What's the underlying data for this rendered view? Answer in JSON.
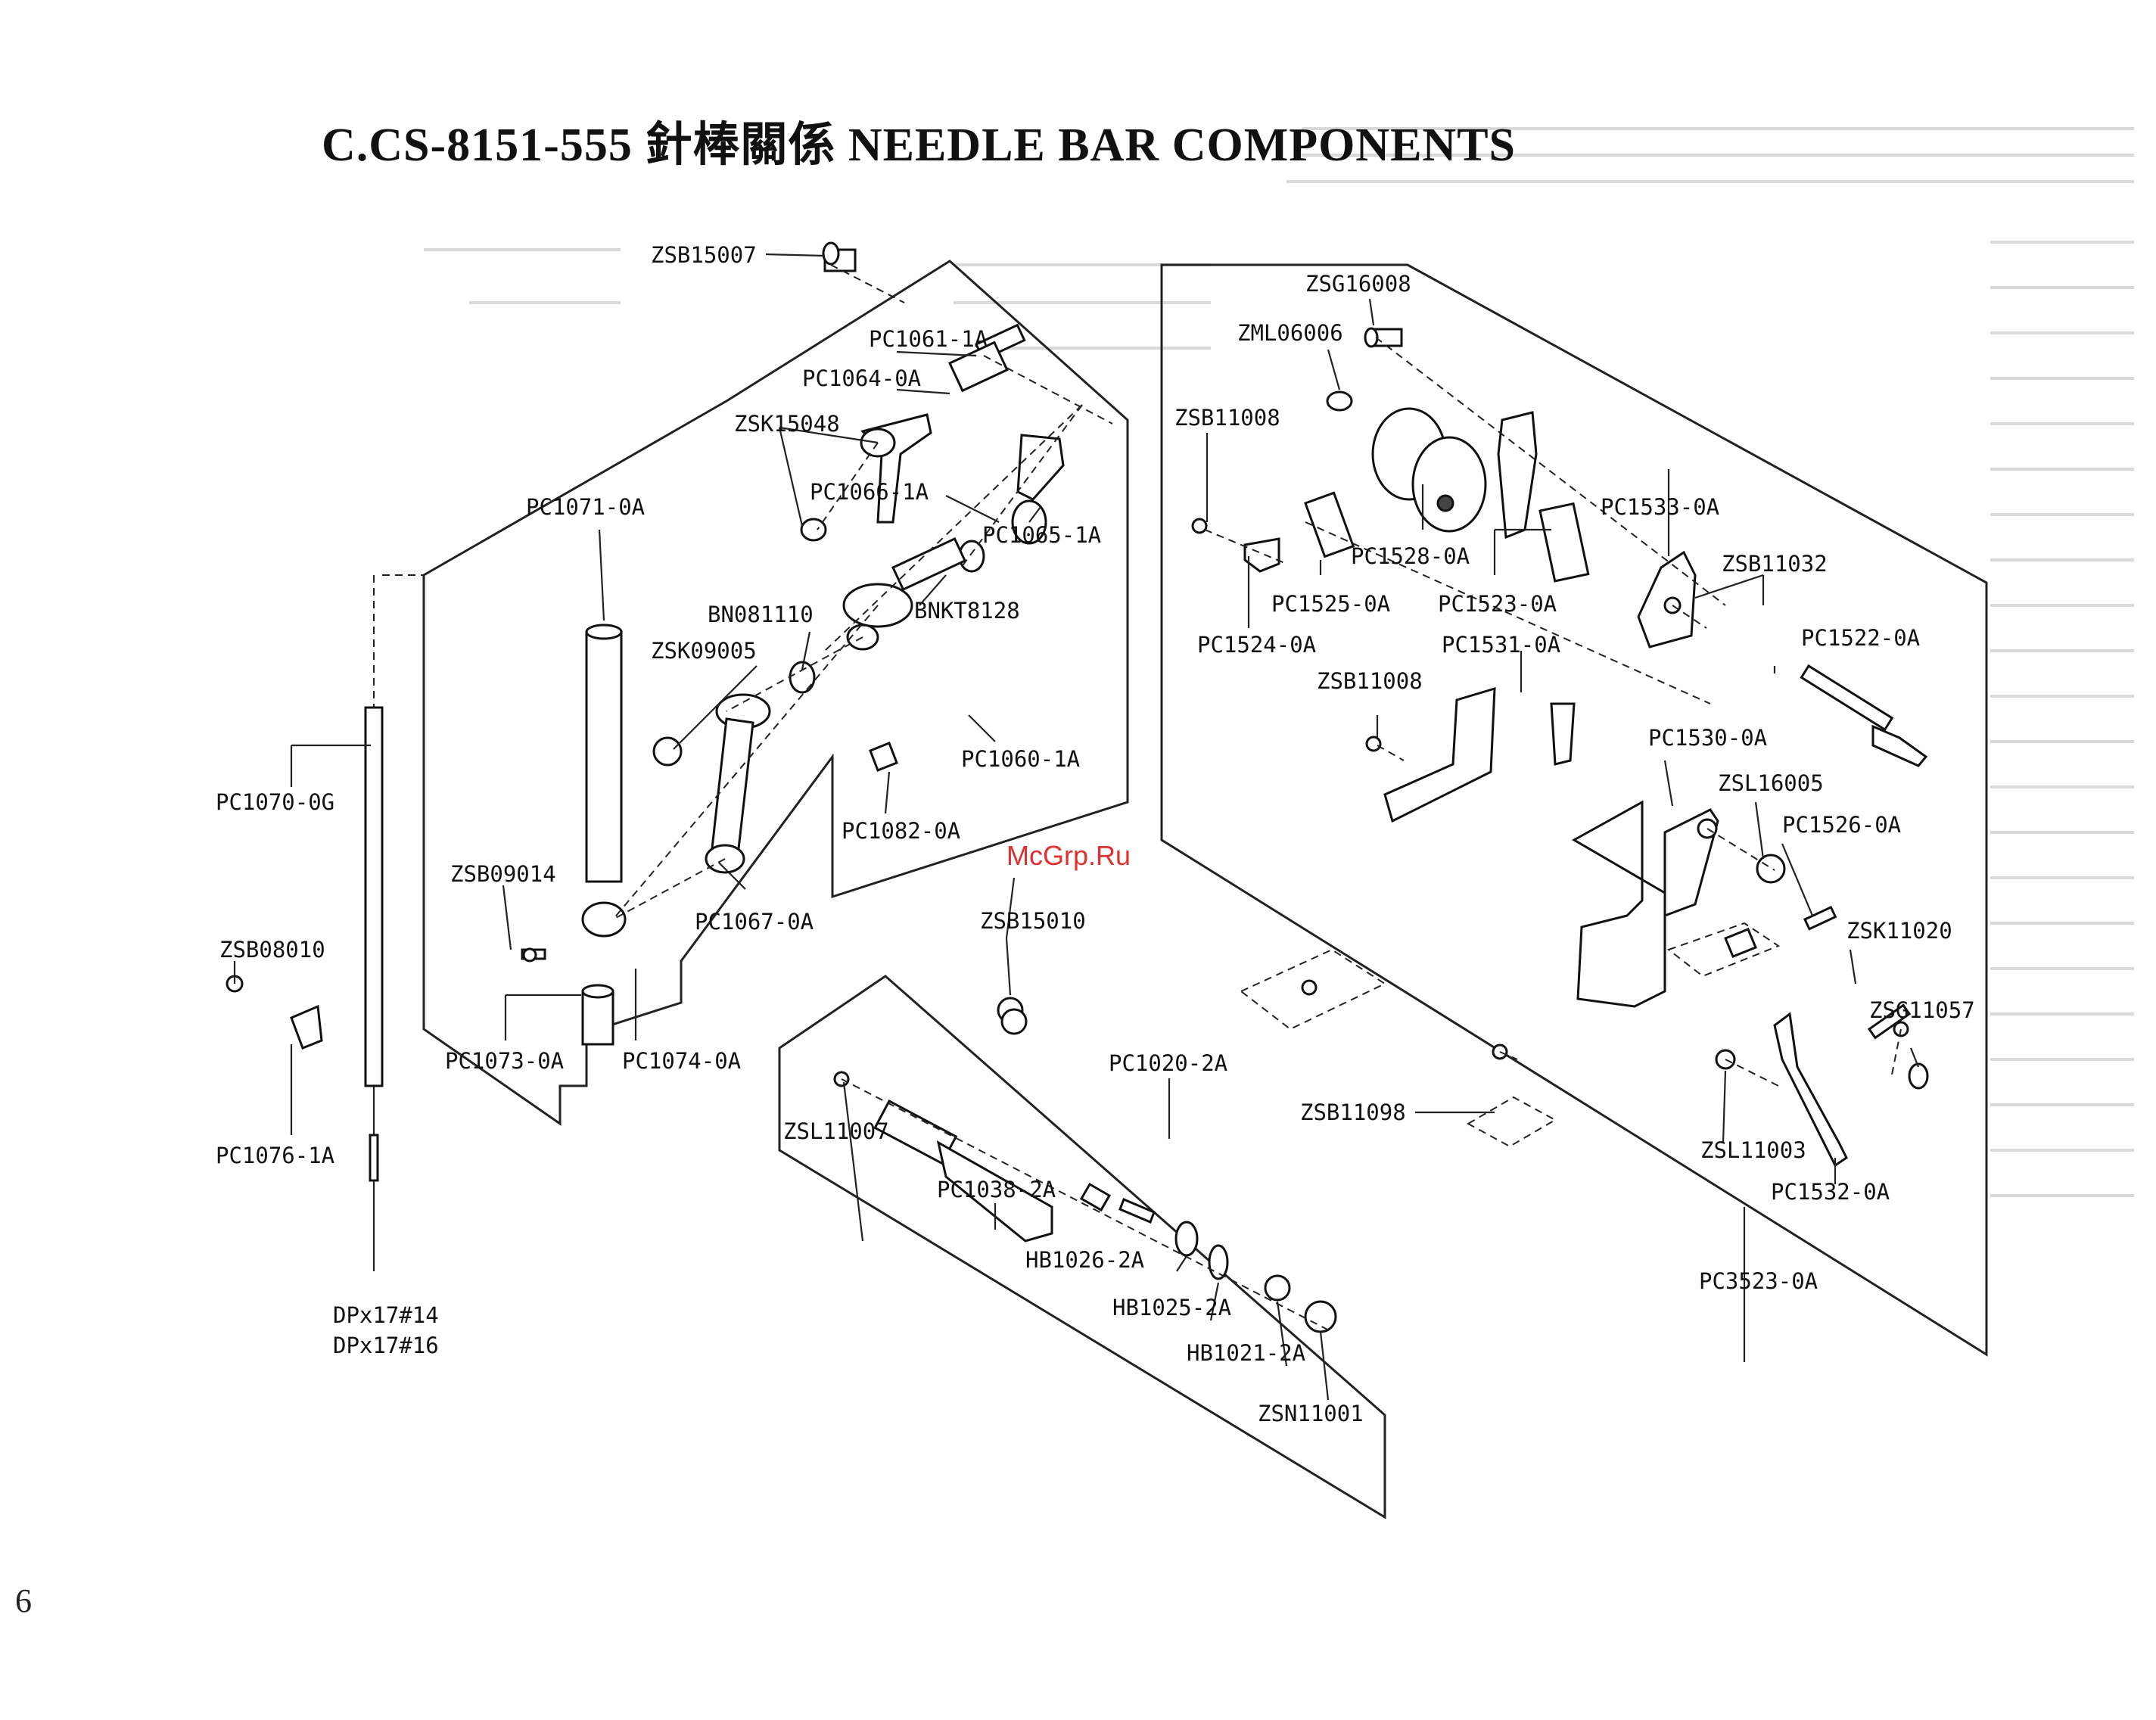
{
  "title": "C.CS-8151-555 針棒關係 NEEDLE BAR COMPONENTS",
  "page_number": "6",
  "watermark": "McGrp.Ru",
  "parts": {
    "zsb15007": "ZSB15007",
    "pc1061_1a": "PC1061-1A",
    "pc1064_0a": "PC1064-0A",
    "zsk15048": "ZSK15048",
    "pc1071_0a": "PC1071-0A",
    "pc1066_1a": "PC1066-1A",
    "pc1065_1a": "PC1065-1A",
    "bn081110": "BN081110",
    "bnkt8128": "BNKT8128",
    "zsk09005": "ZSK09005",
    "pc1060_1a": "PC1060-1A",
    "pc1070_0g": "PC1070-0G",
    "pc1082_0a": "PC1082-0A",
    "zsb09014": "ZSB09014",
    "pc1067_0a": "PC1067-0A",
    "zsb08010": "ZSB08010",
    "zsb15010": "ZSB15010",
    "pc1073_0a": "PC1073-0A",
    "pc1074_0a": "PC1074-0A",
    "pc1076_1a": "PC1076-1A",
    "pc1020_2a": "PC1020-2A",
    "zsl11007": "ZSL11007",
    "pc1038_2a": "PC1038-2A",
    "hb1026_2a": "HB1026-2A",
    "hb1025_2a": "HB1025-2A",
    "hb1021_2a": "HB1021-2A",
    "zsn11001": "ZSN11001",
    "dp14": "DPx17#14",
    "dp16": "DPx17#16",
    "zsg16008": "ZSG16008",
    "zml06006": "ZML06006",
    "zsb11008_a": "ZSB11008",
    "pc1528_0a": "PC1528-0A",
    "pc1533_0a": "PC1533-0A",
    "zsb11032": "ZSB11032",
    "pc1525_0a": "PC1525-0A",
    "pc1523_0a": "PC1523-0A",
    "pc1524_0a": "PC1524-0A",
    "pc1531_0a": "PC1531-0A",
    "pc1522_0a": "PC1522-0A",
    "zsb11008_b": "ZSB11008",
    "pc1530_0a": "PC1530-0A",
    "zsl16005": "ZSL16005",
    "pc1526_0a": "PC1526-0A",
    "zsk11020": "ZSK11020",
    "zsg11057": "ZSG11057",
    "zsb11098": "ZSB11098",
    "zsl11003": "ZSL11003",
    "pc1532_0a": "PC1532-0A",
    "pc3523_0a": "PC3523-0A"
  }
}
